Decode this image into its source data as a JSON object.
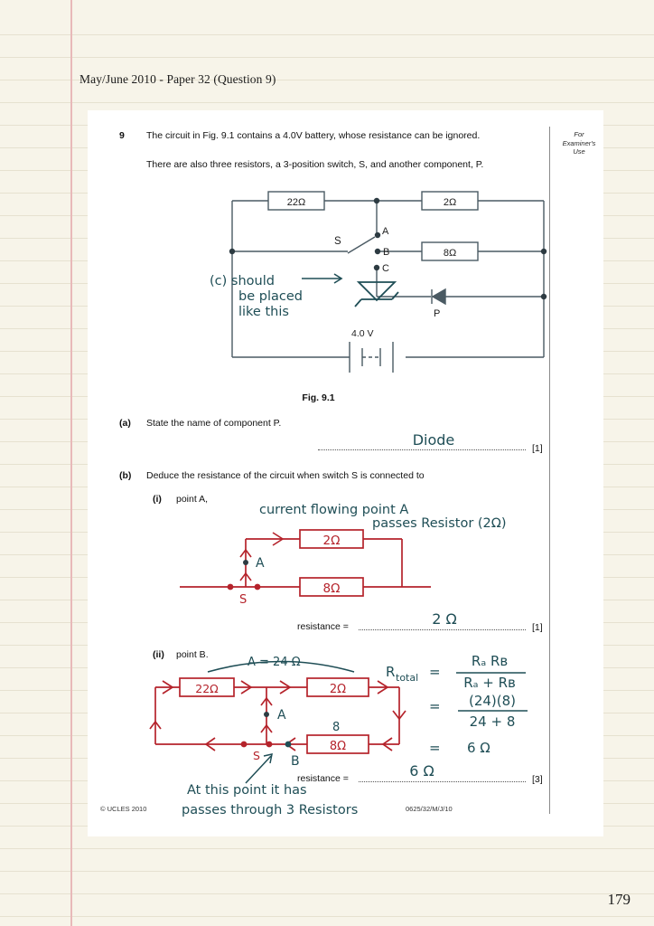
{
  "header": {
    "title": "May/June 2010 - Paper 32 (Question 9)",
    "page_number": "179"
  },
  "examiner": {
    "label_line1": "For",
    "label_line2": "Examiner's",
    "label_line3": "Use"
  },
  "question": {
    "number": "9",
    "stem_line1": "The circuit in Fig. 9.1 contains a 4.0V battery, whose resistance can be ignored.",
    "stem_line2": "There are also three resistors, a 3-position switch, S, and another component, P.",
    "figure_caption": "Fig. 9.1"
  },
  "figure": {
    "resistor_22": "22Ω",
    "resistor_2": "2Ω",
    "resistor_8": "8Ω",
    "switch_label": "S",
    "point_a": "A",
    "point_b": "B",
    "point_c": "C",
    "component_p": "P",
    "battery_label": "4.0 V"
  },
  "parts": [
    {
      "label": "(a)",
      "text": "State the name of component P.",
      "answer": "Diode",
      "marks": "[1]"
    },
    {
      "label": "(b)",
      "text": "Deduce the resistance of the circuit when switch S is connected to"
    }
  ],
  "sub_parts": [
    {
      "label": "(i)",
      "text": "point A,",
      "answer_prefix": "resistance =",
      "answer": "2 Ω",
      "marks": "[1]",
      "diagram": {
        "resistor_2": "2Ω",
        "resistor_8": "8Ω",
        "point_a": "A",
        "switch_label": "S"
      },
      "annotation_line1": "current flowing point A",
      "annotation_line2": "passes Resistor (2Ω)"
    },
    {
      "label": "(ii)",
      "text": "point B.",
      "answer_prefix": "resistance =",
      "answer": "6 Ω",
      "marks": "[3]",
      "diagram": {
        "resistor_22": "22Ω",
        "resistor_2": "2Ω",
        "resistor_8": "8Ω",
        "point_a": "A",
        "point_b": "B",
        "switch_label": "S",
        "branch_a_value": "A = 24 Ω",
        "branch_b_value": "8"
      },
      "annotation_line1": "At this point it has",
      "annotation_line2": "passes through 3 Resistors"
    }
  ],
  "annotations": {
    "circuit_note_line1": "(c) should",
    "circuit_note_line2": "be placed",
    "circuit_note_line3": "like this"
  },
  "working": {
    "line1_lhs": "R",
    "line1_sub": "total",
    "line1_eq": "=",
    "frac1_num": "Rₐ Rʙ",
    "frac1_den": "Rₐ  +  Rʙ",
    "line2_eq": "=",
    "frac2_num": "(24)(8)",
    "frac2_den": "24 + 8",
    "line3_eq": "=",
    "line3_val": "6 Ω"
  },
  "footer": {
    "copyright": "© UCLES 2010",
    "paper_code": "0625/32/M/J/10"
  },
  "colors": {
    "ink": "#1f4e56",
    "red_ink": "#b5232b",
    "paper": "#f7f4e9",
    "rule": "#e6e1d0",
    "margin": "#e8b9b9"
  }
}
